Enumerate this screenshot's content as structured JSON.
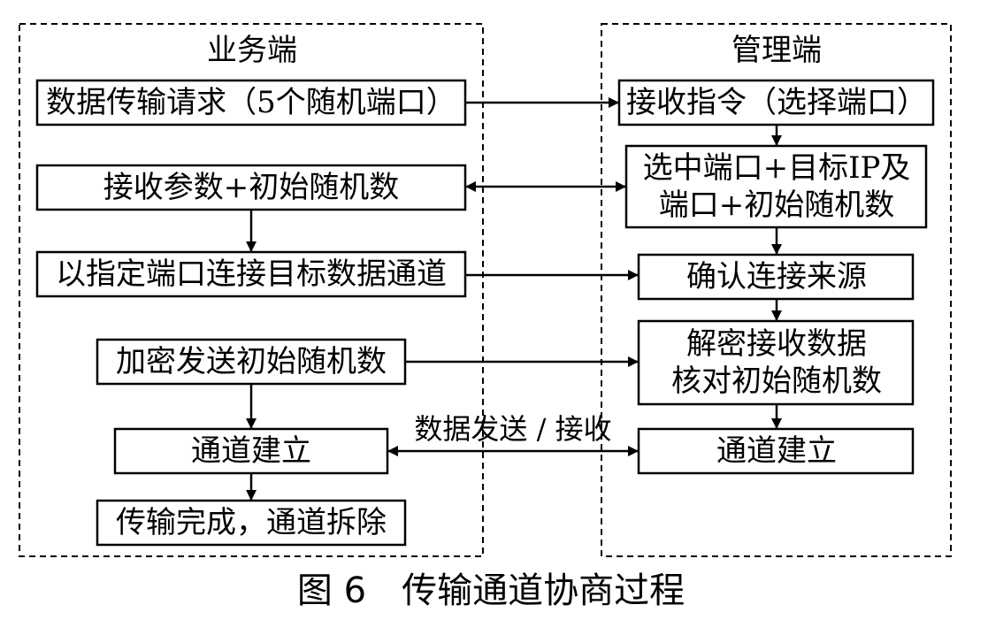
{
  "left_panel": {
    "title": "业务端"
  },
  "right_panel": {
    "title": "管理端"
  },
  "left_steps": [
    "数据传输请求（5个随机端口）",
    "接收参数+初始随机数",
    "以指定端口连接目标数据通道",
    "加密发送初始随机数",
    "通道建立",
    "传输完成，通道拆除"
  ],
  "right_steps": [
    "接收指令（选择端口）",
    "选中端口+目标IP及|端口+初始随机数",
    "确认连接来源",
    "解密接收数据|核对初始随机数",
    "通道建立"
  ],
  "edge_label": "数据发送 / 接收",
  "caption": "图 6　传输通道协商过程"
}
